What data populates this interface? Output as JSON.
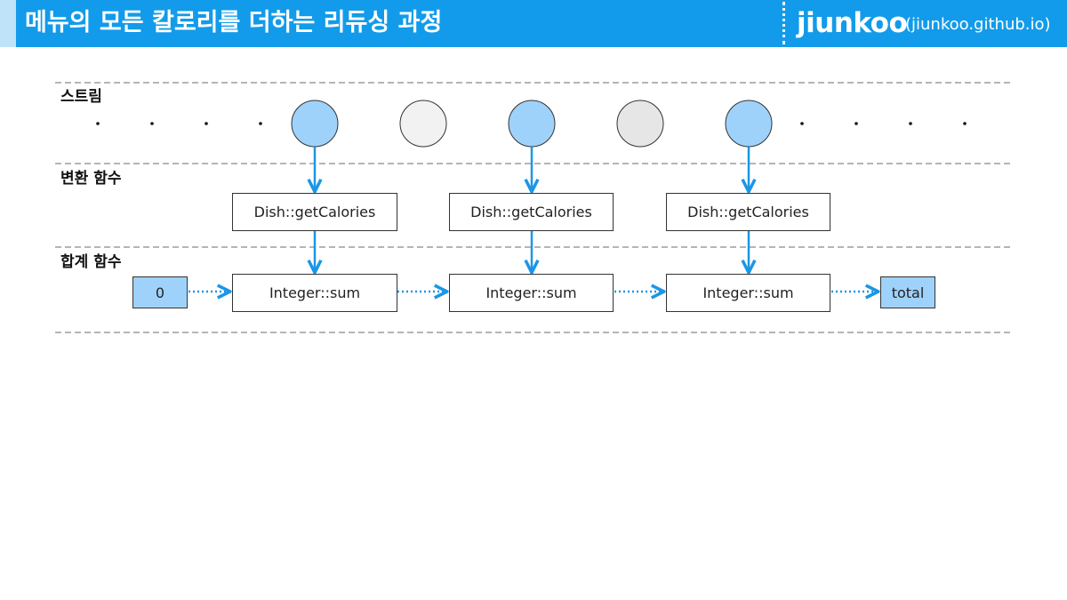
{
  "header": {
    "title": "메뉴의 모든 칼로리를 더하는 리듀싱 과정",
    "brand_name": "jiunkoo",
    "brand_url": "(jiunkoo.github.io)"
  },
  "rows": {
    "stream_label": "스트림",
    "mapper_label": "변환 함수",
    "reducer_label": "합계 함수"
  },
  "stream": {
    "element_colors": [
      "#9fd2fb",
      "#f2f2f2",
      "#9fd2fb",
      "#e6e6e6",
      "#9fd2fb"
    ]
  },
  "mappers": [
    "Dish::getCalories",
    "Dish::getCalories",
    "Dish::getCalories"
  ],
  "reducers": [
    "Integer::sum",
    "Integer::sum",
    "Integer::sum"
  ],
  "initial_value": "0",
  "result_value": "total",
  "colors": {
    "header": "#129bea",
    "arrow": "#1b96e6",
    "highlight": "#9fd2fb"
  }
}
